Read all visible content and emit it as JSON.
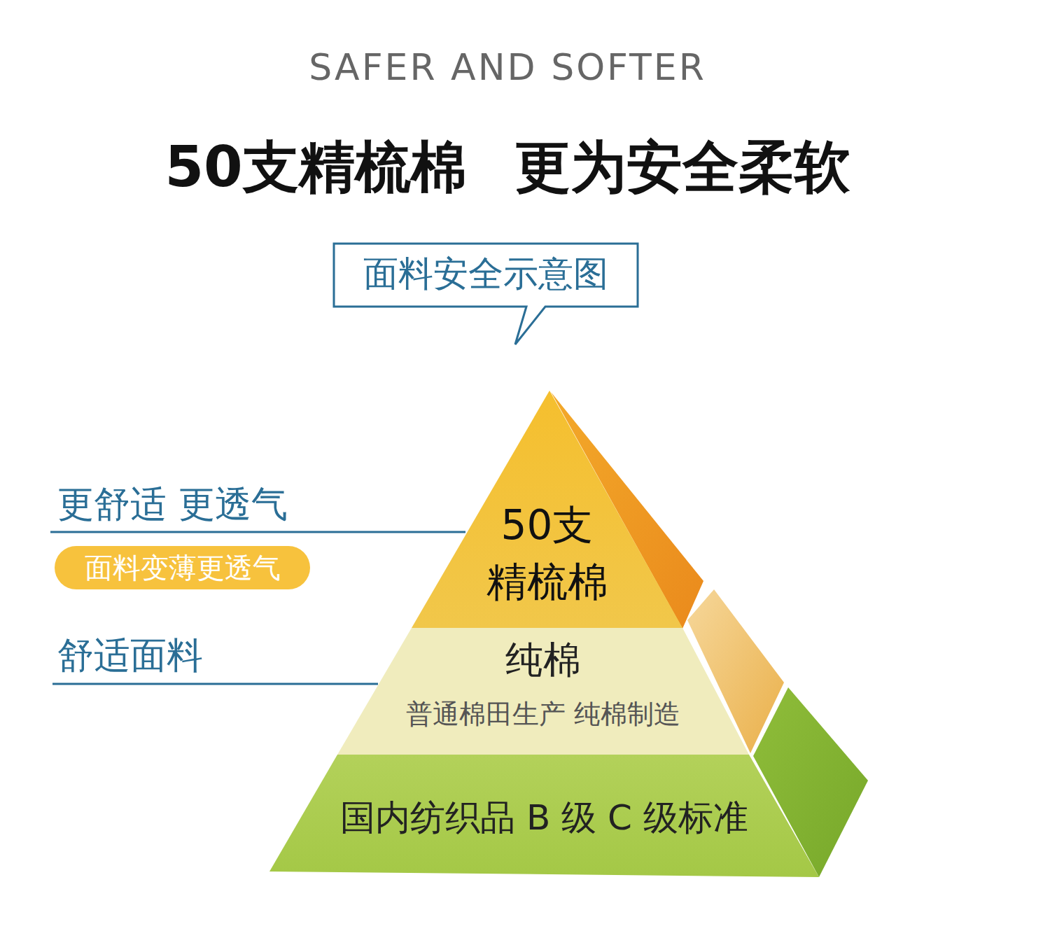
{
  "diagram": {
    "title": "50支精梳棉 更为安全柔软",
    "nodes": [
      {
        "text": [
          "面料安全示意图"
        ]
      },
      {
        "text": [
          "50支 精梳棉"
        ]
      },
      {
        "text": [
          "纯棉",
          "普通棉田生产 纯棉制造"
        ]
      },
      {
        "text": [
          "国内纺织品 B 级 C 级标准"
        ]
      },
      {
        "text": [
          "面料变薄更透气"
        ]
      }
    ],
    "labels": [
      "SAFER AND SOFTER",
      "更舒适 更透气",
      "舒适面料"
    ]
  }
}
